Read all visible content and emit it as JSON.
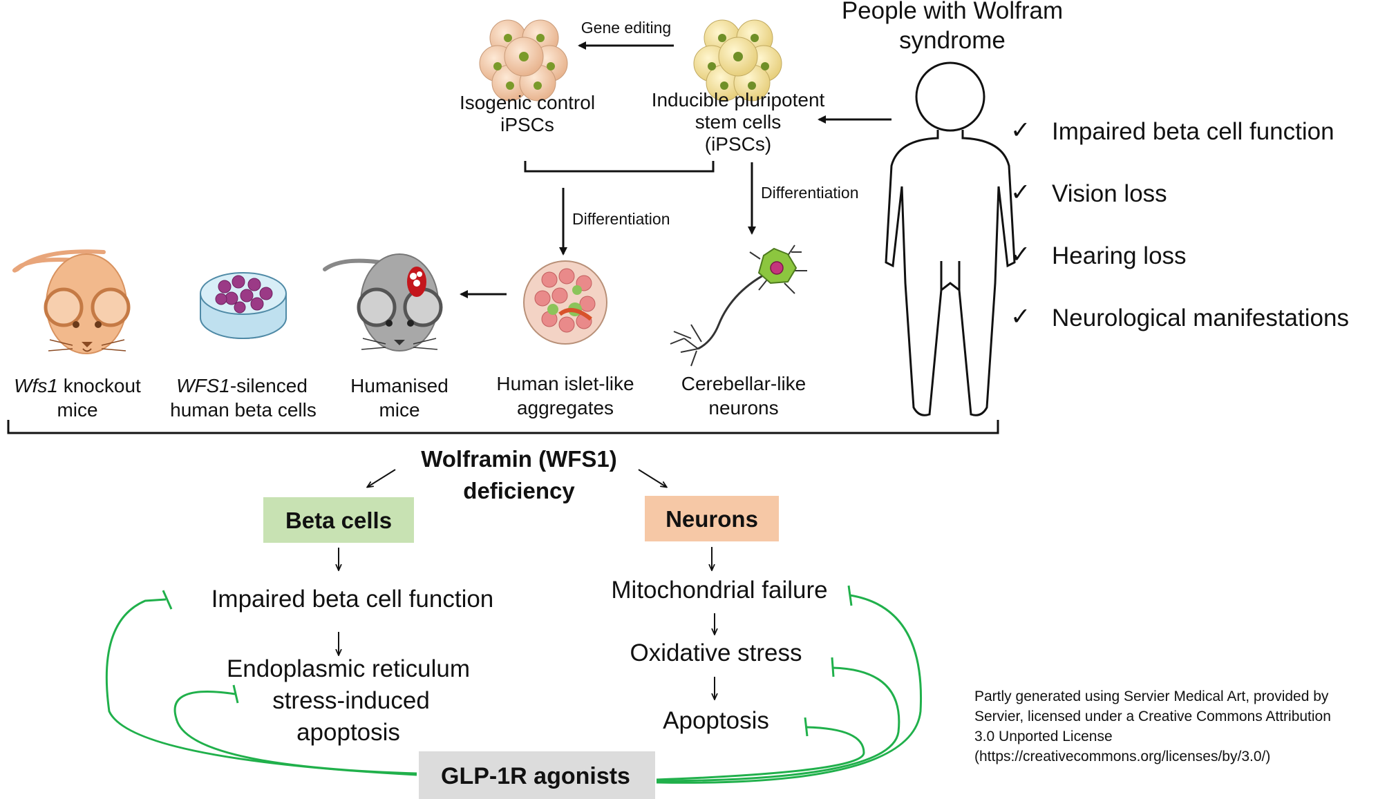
{
  "people_title": [
    "People with Wolfram",
    "syndrome"
  ],
  "symptoms": [
    "Impaired beta cell function",
    "Vision loss",
    "Hearing loss",
    "Neurological manifestations"
  ],
  "check_mark": "✓",
  "isogenic": [
    "Isogenic control",
    "iPSCs"
  ],
  "ipsc": [
    "Inducible pluripotent",
    "stem cells",
    "(iPSCs)"
  ],
  "gene_editing": "Gene editing",
  "differentiation": "Differentiation",
  "models": {
    "wfs1_mice": {
      "italic": "Wfs1",
      "rest": " knockout",
      "line2": "mice"
    },
    "wfs1_silenced": {
      "italic": "WFS1",
      "rest": "-silenced",
      "line2": "human beta cells"
    },
    "humanised": [
      "Humanised",
      "mice"
    ],
    "islet": [
      "Human islet-like",
      "aggregates"
    ],
    "cerebellar": [
      "Cerebellar-like",
      "neurons"
    ]
  },
  "deficiency": [
    "Wolframin (WFS1)",
    "deficiency"
  ],
  "beta_cells": "Beta cells",
  "neurons": "Neurons",
  "beta_path": {
    "step1": "Impaired beta cell function",
    "step2": [
      "Endoplasmic reticulum",
      "stress-induced",
      "apoptosis"
    ]
  },
  "neuron_path": {
    "step1": "Mitochondrial failure",
    "step2": "Oxidative stress",
    "step3": "Apoptosis"
  },
  "glp1": "GLP-1R agonists",
  "credit": [
    "Partly generated using Servier Medical Art, provided by",
    "Servier, licensed under a Creative Commons Attribution",
    "3.0 Unported License",
    "(https://creativecommons.org/licenses/by/3.0/)"
  ],
  "colors": {
    "green_line": "#20b04b",
    "beta_box": "#c8e2b3",
    "neuron_box": "#f6c8a6",
    "glp_box": "#dcdcdc",
    "mouse_orange": "#f2b98c",
    "mouse_gray": "#a8a8a8"
  }
}
